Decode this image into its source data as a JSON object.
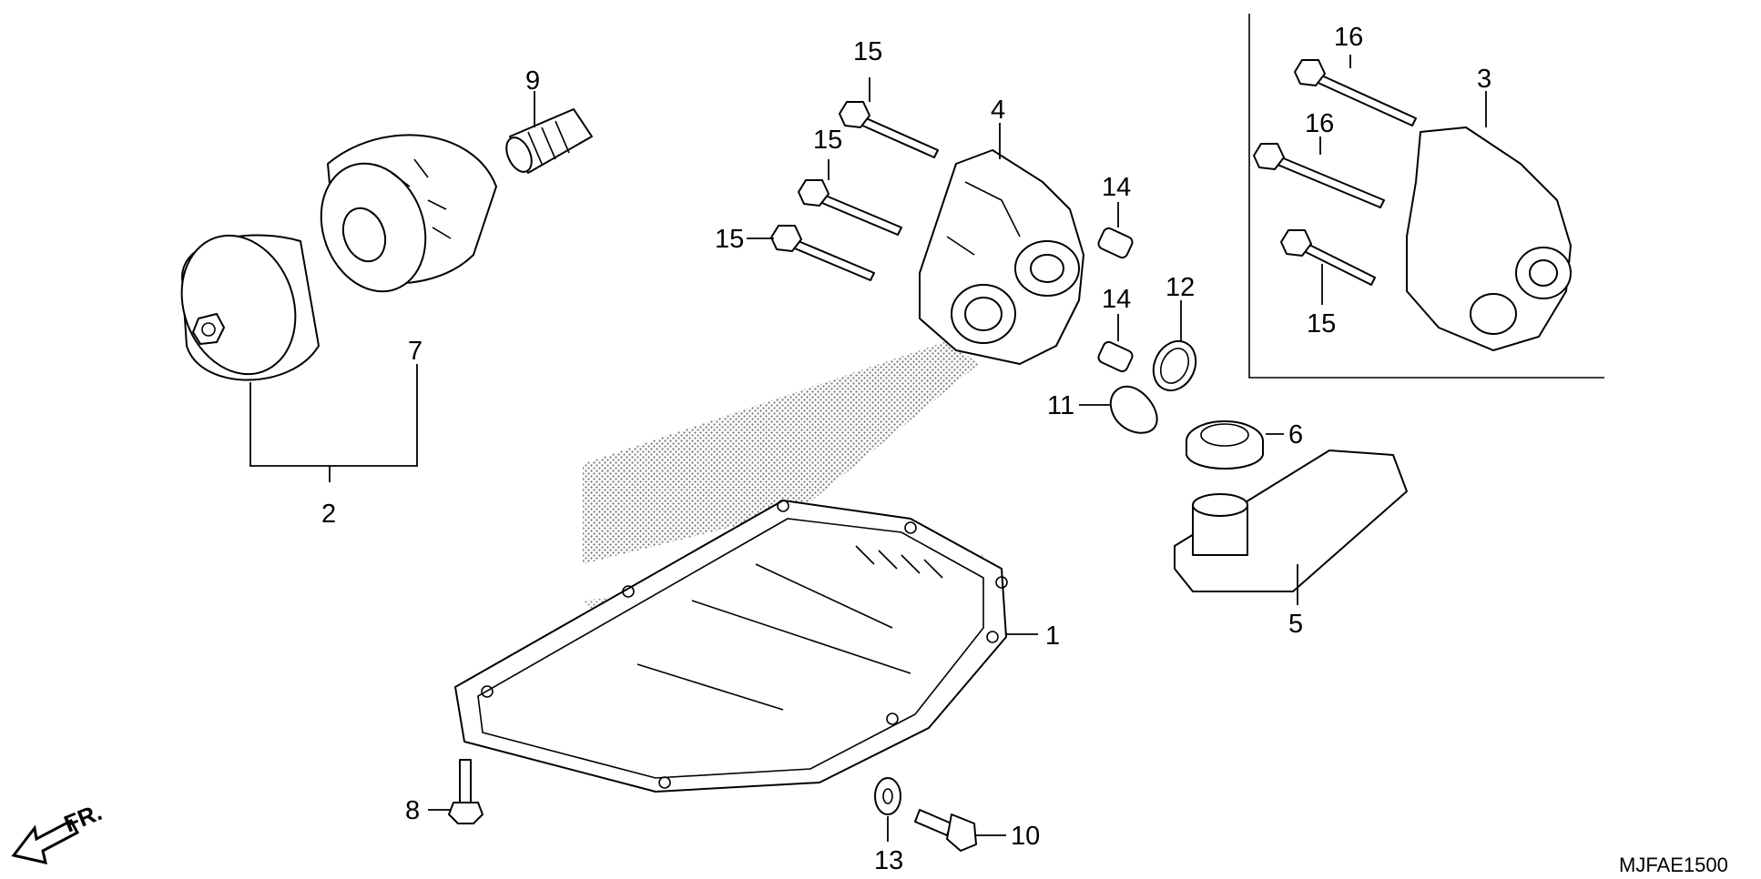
{
  "diagram_code": "MJFAE1500",
  "direction_label": "FR.",
  "callouts": {
    "c1": "1",
    "c2": "2",
    "c3": "3",
    "c4": "4",
    "c5": "5",
    "c6": "6",
    "c7": "7",
    "c8": "8",
    "c9": "9",
    "c10": "10",
    "c11": "11",
    "c12": "12",
    "c13": "13",
    "c14a": "14",
    "c14b": "14",
    "c15a": "15",
    "c15b": "15",
    "c15c": "15",
    "c15d": "15",
    "c16a": "16",
    "c16b": "16"
  },
  "icons": [
    "front-direction-arrow-icon",
    "dot-pattern-shading"
  ]
}
